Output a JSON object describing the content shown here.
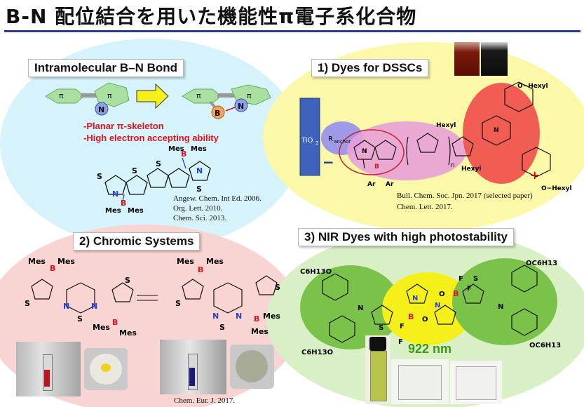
{
  "title": "B-N 配位結合を用いた機能性π電子系化合物",
  "sections": {
    "intra": {
      "heading": "Intramolecular B–N Bond",
      "point1": "-Planar π-skeleton",
      "point2": "-High electron accepting ability",
      "refs": [
        "Angew. Chem. Int Ed. 2006.",
        "Org. Lett. 2010.",
        "Chem. Sci. 2013."
      ]
    },
    "dssc": {
      "heading": "1) Dyes for DSSCs",
      "tio2": "TiO",
      "tio2_sub": "2",
      "anchor": "R",
      "anchor_sub": "anchor",
      "minus": "−",
      "plus": "+",
      "hexyl": "Hexyl",
      "o_hexyl": "O−Hexyl",
      "n_sub": "n",
      "ar": "Ar",
      "refs": [
        "Bull. Chem. Soc. Jpn. 2017 (selected paper)",
        "Chem. Lett. 2017."
      ]
    },
    "chromic": {
      "heading": "2) Chromic Systems",
      "ref": "Chem. Eur. J. 2017."
    },
    "nir": {
      "heading": "3) NIR Dyes with high photostability",
      "wavelength": "922 nm"
    }
  },
  "chem": {
    "pi": "π",
    "N": "N",
    "B": "B",
    "S": "S",
    "F": "F",
    "O": "O",
    "Mes": "Mes",
    "c6h13o": "C6H13O",
    "oc6h13": "OC6H13"
  },
  "colors": {
    "cyan_region": "#d6f2fb",
    "yellow_region": "#fbf9a7",
    "pink_region": "#f8d4d2",
    "green_region": "#d9efc5",
    "title_rule": "#2a3a8c",
    "accent_red": "#e0131c",
    "nir_green": "#3a9a10",
    "tio2_blue": "#3f63bd"
  }
}
